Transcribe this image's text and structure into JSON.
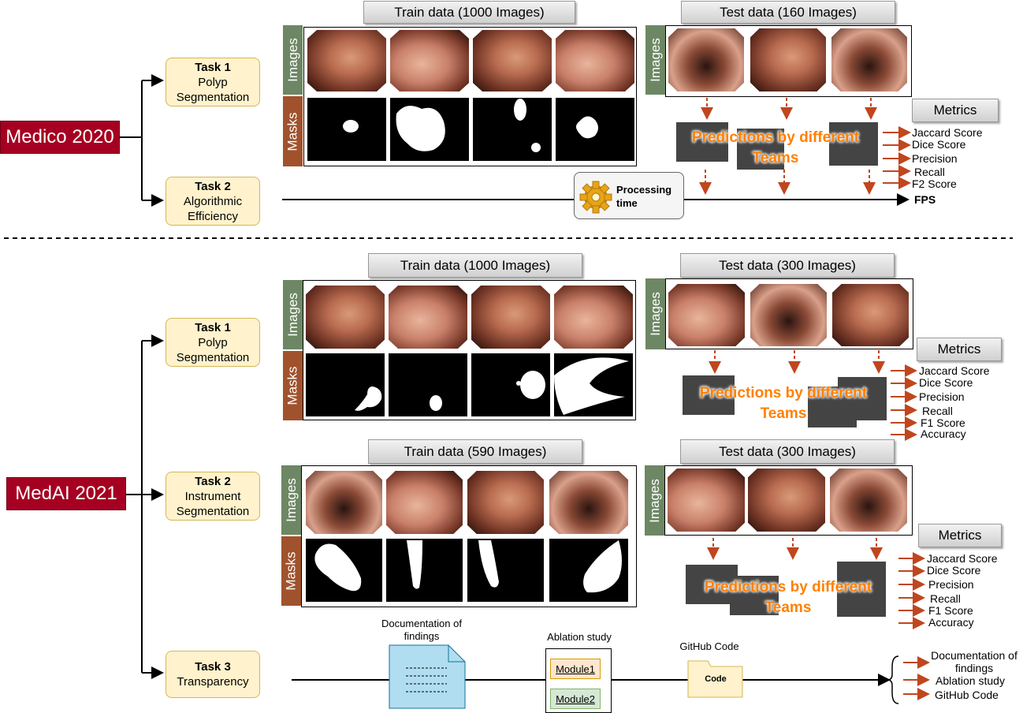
{
  "orgs": {
    "medico": "Medico 2020",
    "medai": "MedAI 2021"
  },
  "medico": {
    "task1": {
      "title": "Task 1",
      "line1": "Polyp",
      "line2": "Segmentation"
    },
    "task2": {
      "title": "Task 2",
      "line1": "Algorithmic",
      "line2": "Efficiency"
    },
    "train_header": "Train data (1000 Images)",
    "test_header": "Test data (160 Images)",
    "images_label": "Images",
    "masks_label": "Masks",
    "metrics_title": "Metrics",
    "predictions": [
      "Predictions by different",
      "Teams"
    ],
    "processing": [
      "Processing",
      "time"
    ],
    "metrics": [
      "Jaccard Score",
      "Dice Score",
      "Precision",
      "Recall",
      "F2 Score"
    ],
    "fps": "FPS"
  },
  "medai": {
    "task1": {
      "title": "Task 1",
      "line1": "Polyp",
      "line2": "Segmentation"
    },
    "task2": {
      "title": "Task 2",
      "line1": "Instrument",
      "line2": "Segmentation"
    },
    "task3": {
      "title": "Task 3",
      "line1": "Transparency"
    },
    "t1_train_header": "Train data (1000 Images)",
    "t1_test_header": "Test data (300 Images)",
    "t2_train_header": "Train data (590 Images)",
    "t2_test_header": "Test data (300 Images)",
    "images_label": "Images",
    "masks_label": "Masks",
    "metrics_title": "Metrics",
    "predictions": [
      "Predictions by different",
      "Teams"
    ],
    "metrics": [
      "Jaccard Score",
      "Dice Score",
      "Precision",
      "Recall",
      "F1 Score",
      "Accuracy"
    ],
    "documentation_label": [
      "Documentation of",
      "findings"
    ],
    "ablation_label": "Ablation study",
    "github_label": "GitHub Code",
    "module1": "Module1",
    "module2": "Module2",
    "code": "Code",
    "outputs": [
      "Documentation of",
      "findings",
      "Ablation study",
      "GitHub Code"
    ]
  },
  "colors": {
    "org": "#a50021",
    "task": "#fff2cc",
    "arrow": "#c0461e",
    "prediction_text": "#ff8000",
    "images_label": "#6d8764",
    "masks_label": "#a0522d"
  }
}
